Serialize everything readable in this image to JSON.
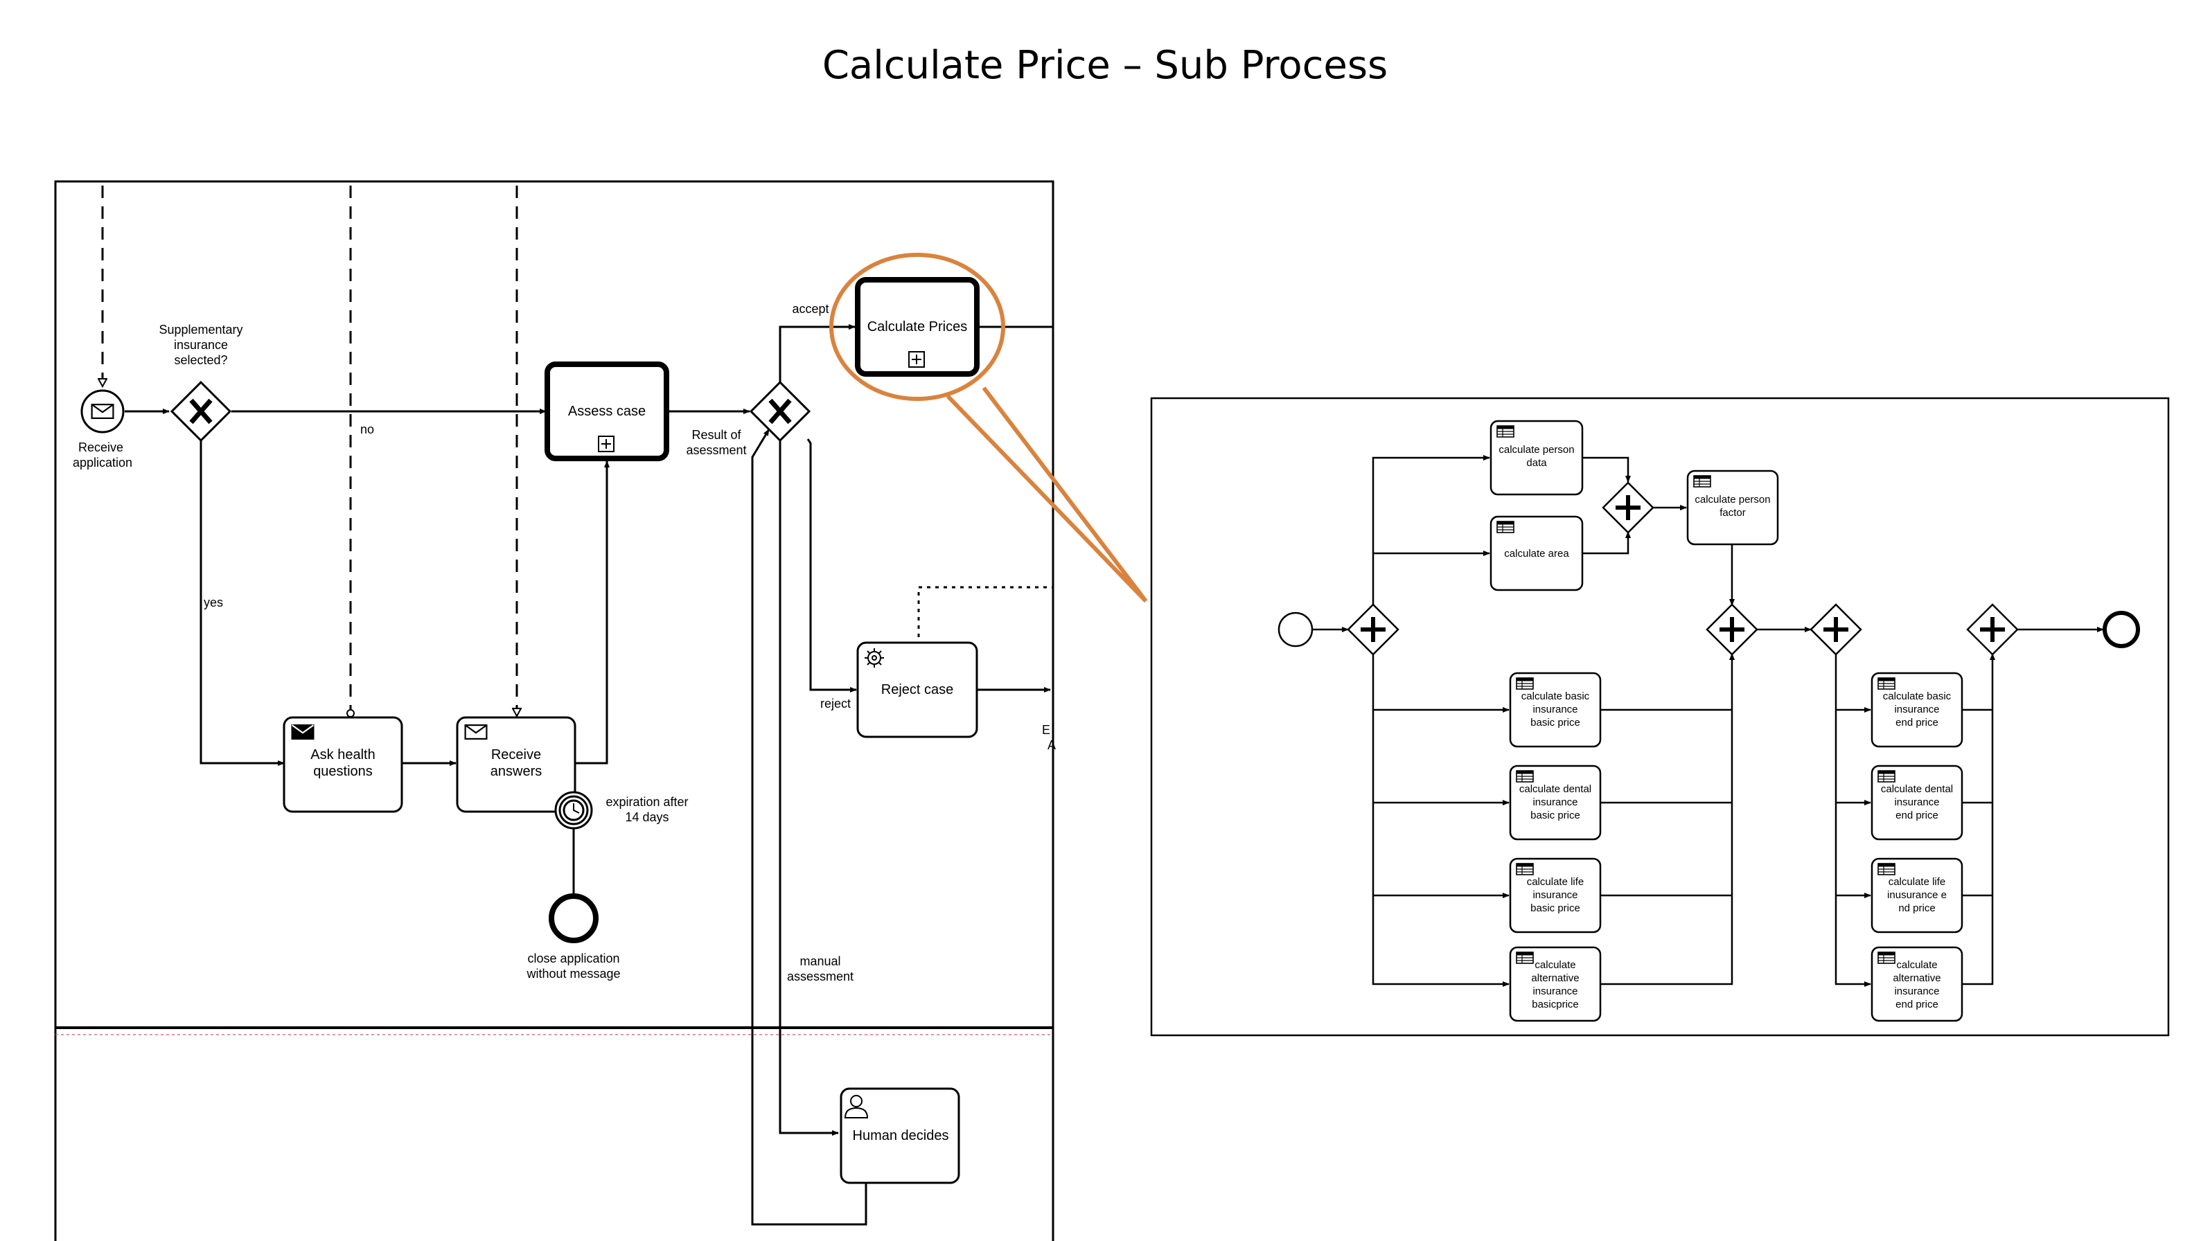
{
  "slide": {
    "title": "Calculate Price – Sub Process"
  },
  "colors": {
    "highlight": "#d9833e",
    "stroke": "#000000",
    "background": "#ffffff"
  },
  "main_process": {
    "nodes": {
      "receive_application": "Receive application",
      "supplementary_gateway": "Supplementary insurance selected?",
      "ask_health_questions": "Ask health questions",
      "receive_answers": "Receive answers",
      "timer_boundary": "expiration after 14 days",
      "close_application": "close application without message",
      "assess_case": "Assess case",
      "result_gateway": "Result of asessment",
      "calculate_prices": "Calculate Prices",
      "reject_case": "Reject case",
      "human_decides": "Human decides"
    },
    "edges": {
      "no": "no",
      "yes": "yes",
      "accept": "accept",
      "reject": "reject",
      "manual": "manual assessment"
    },
    "clipped_text": {
      "e": "E",
      "a": "A"
    }
  },
  "sub_process": {
    "tasks": {
      "person_data": "calculate person data",
      "area": "calculate area",
      "person_factor": "calculate person factor",
      "basic_basic": "calculate basic insurance basic price",
      "dental_basic": "calculate dental insurance basic price",
      "life_basic": "calculate life insurance basic price",
      "alt_basic": "calculate alternative insurance basicprice",
      "basic_end": "calculate basic insurance end price",
      "dental_end": "calculate dental insurance end price",
      "life_end": "calculate life inusurance e nd price",
      "alt_end": "calculate alternative insurance end price"
    }
  }
}
